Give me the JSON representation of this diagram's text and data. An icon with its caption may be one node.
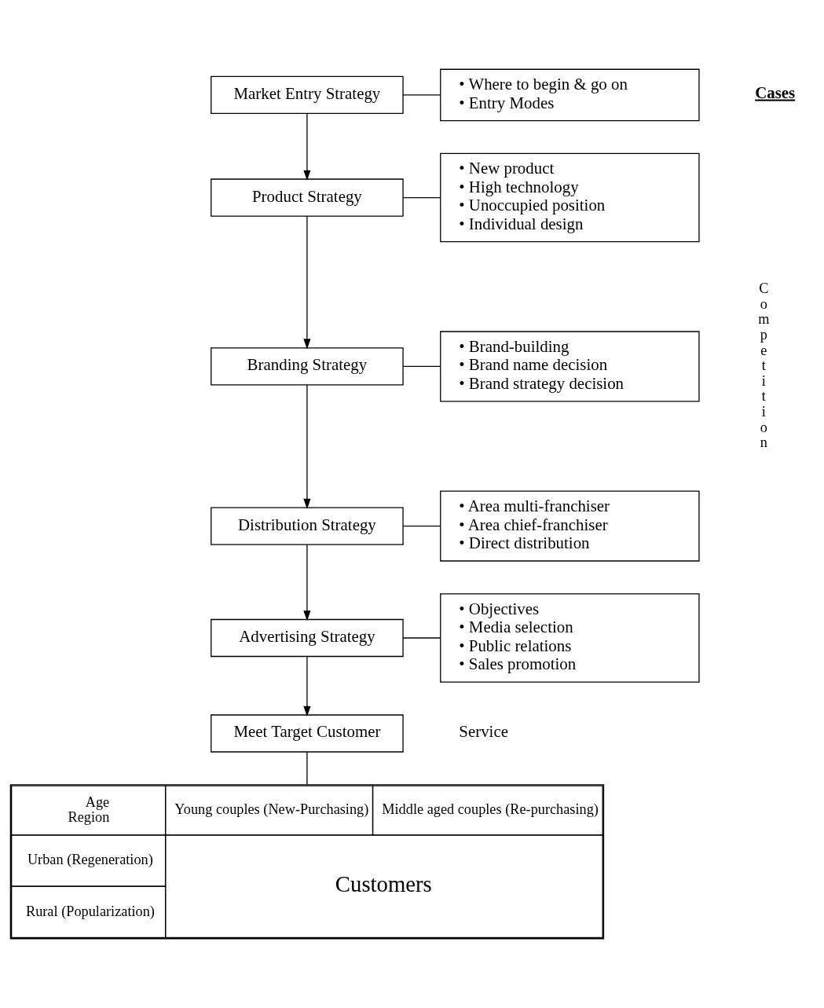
{
  "diagram": {
    "nodes": [
      {
        "text": [
          "Market Entry Strategy"
        ]
      },
      {
        "text": [
          "• Where to begin & go on",
          "• Entry Modes"
        ]
      },
      {
        "text": [
          "Product Strategy"
        ]
      },
      {
        "text": [
          "• New product",
          "• High technology",
          "• Unoccupied position",
          "• Individual design"
        ]
      },
      {
        "text": [
          "Branding Strategy"
        ]
      },
      {
        "text": [
          "• Brand-building",
          "• Brand name decision",
          "• Brand strategy decision"
        ]
      },
      {
        "text": [
          "Distribution Strategy"
        ]
      },
      {
        "text": [
          "• Area multi-franchiser",
          "• Area chief-franchiser",
          "• Direct distribution"
        ]
      },
      {
        "text": [
          "Advertising Strategy"
        ]
      },
      {
        "text": [
          "• Objectives",
          "• Media selection",
          "• Public relations",
          "• Sales promotion"
        ]
      },
      {
        "text": [
          "Meet Target Customer"
        ]
      },
      {
        "text": [
          "Age",
          "Region",
          "Young couples (New-Purchasing)",
          "Middle aged couples (Re-purchasing)",
          "Urban (Regeneration)",
          "Rural (Popularization)",
          "Customers"
        ]
      }
    ],
    "edges": [
      {
        "from": 0,
        "to": 1,
        "arrow": "none"
      },
      {
        "from": 0,
        "to": 2,
        "arrow": "to"
      },
      {
        "from": 2,
        "to": 3,
        "arrow": "none"
      },
      {
        "from": 2,
        "to": 4,
        "arrow": "to"
      },
      {
        "from": 4,
        "to": 5,
        "arrow": "none"
      },
      {
        "from": 4,
        "to": 6,
        "arrow": "to"
      },
      {
        "from": 6,
        "to": 7,
        "arrow": "none"
      },
      {
        "from": 6,
        "to": 8,
        "arrow": "to"
      },
      {
        "from": 8,
        "to": 9,
        "arrow": "none"
      },
      {
        "from": 8,
        "to": 10,
        "arrow": "to"
      },
      {
        "from": 10,
        "to": 11,
        "arrow": "none"
      }
    ],
    "labels": [
      "Cases",
      "Competition",
      "Service"
    ]
  }
}
